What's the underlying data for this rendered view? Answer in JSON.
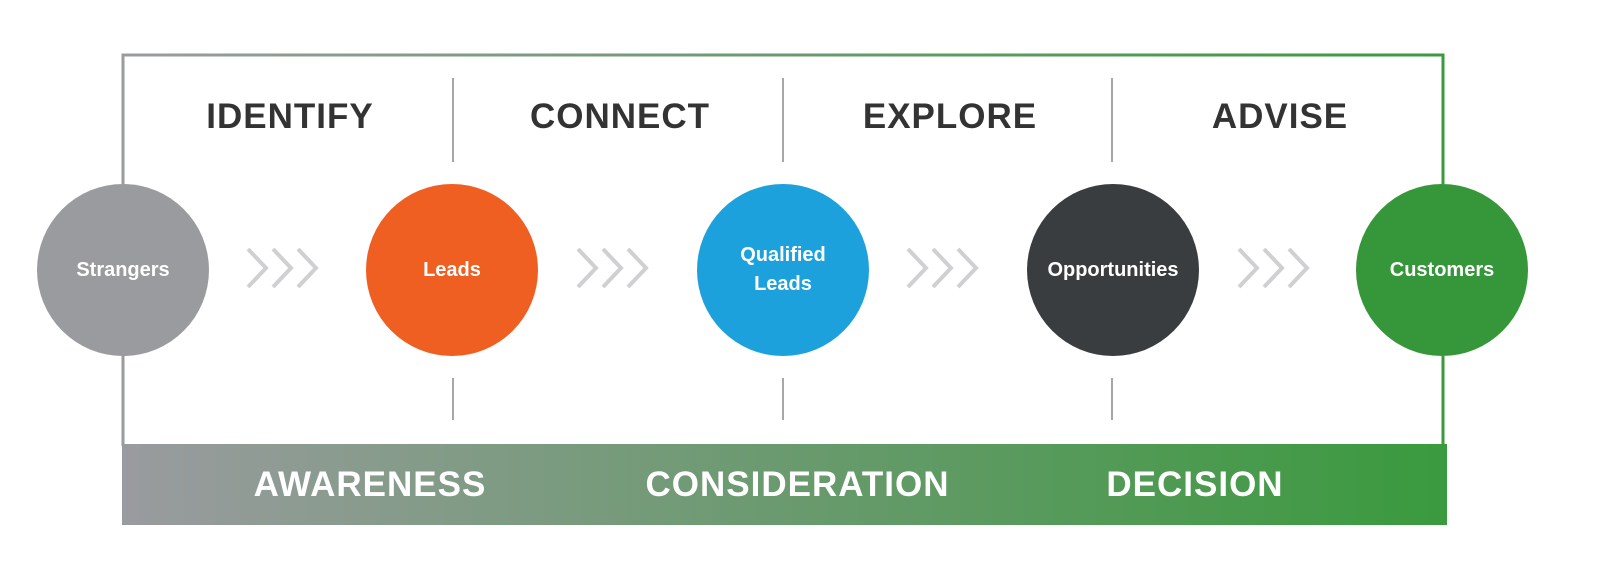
{
  "stages": [
    "IDENTIFY",
    "CONNECT",
    "EXPLORE",
    "ADVISE"
  ],
  "nodes": [
    {
      "label": "Strangers",
      "color": "#9a9b9f"
    },
    {
      "label": "Leads",
      "color": "#ef5f21"
    },
    {
      "label": "Qualified\nLeads",
      "color": "#1da1dc"
    },
    {
      "label": "Opportunities",
      "color": "#3a3d3f"
    },
    {
      "label": "Customers",
      "color": "#36963a"
    }
  ],
  "phases": [
    "AWARENESS",
    "CONSIDERATION",
    "DECISION"
  ],
  "colors": {
    "frame_start": "#9a9b9f",
    "frame_end": "#3a9a3e",
    "chevron": "#cfd0d2",
    "divider": "#a6a7a9"
  }
}
